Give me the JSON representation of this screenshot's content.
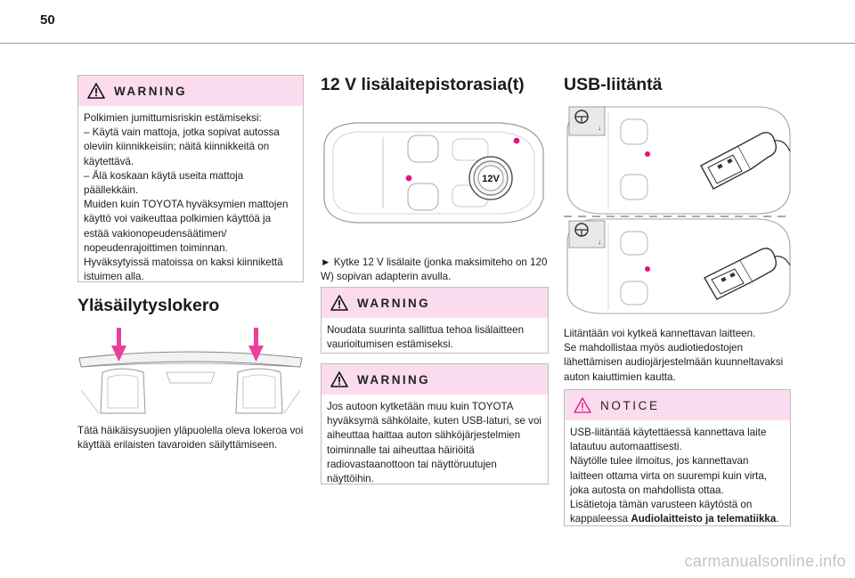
{
  "page": {
    "number": "50"
  },
  "column1": {
    "warning": {
      "label": "WARNING",
      "lines": [
        "Polkimien jumittumisriskin estämiseksi:",
        "–  Käytä vain mattoja, jotka sopivat autossa oleviin kiinnikkeisiin; näitä kiinnikkeitä on käytettävä.",
        "–  Älä koskaan käytä useita mattoja päällekkäin.",
        "Muiden kuin TOYOTA hyväksymien mattojen käyttö voi vaikeuttaa polkimien käyttöä ja estää vakionopeudensäätimen/ nopeudenrajoittimen toiminnan.",
        "Hyväksytyissä matoissa on kaksi kiinnikettä istuimen alla."
      ]
    },
    "section_title": "Yläsäilytyslokero",
    "text": "Tätä häikäisysuojien yläpuolella oleva lokeroa voi käyttää erilaisten tavaroiden säilyttämiseen."
  },
  "column2": {
    "section_title": "12 V lisälaitepistorasia(t)",
    "socket_label": "12V",
    "instruction": "►  Kytke 12 V lisälaite (jonka maksimiteho on 120 W) sopivan adapterin avulla.",
    "warning1": {
      "label": "WARNING",
      "text": "Noudata suurinta sallittua tehoa lisälaitteen vaurioitumisen estämiseksi."
    },
    "warning2": {
      "label": "WARNING",
      "text": "Jos autoon kytketään muu kuin TOYOTA hyväksymä sähkölaite, kuten USB-laturi, se voi aiheuttaa haittaa auton sähköjärjestelmien toiminnalle tai aiheuttaa häiriöitä radiovastaanottoon tai näyttöruutujen näyttöihin."
    }
  },
  "column3": {
    "section_title": "USB-liitäntä",
    "text_lines": [
      "Liitäntään voi kytkeä kannettavan laitteen.",
      "Se mahdollistaa myös audiotiedostojen lähettämisen audiojärjestelmään kuunneltavaksi auton kaiuttimien kautta."
    ],
    "notice": {
      "label": "NOTICE",
      "lines": [
        "USB-liitäntää käytettäessä kannettava laite latautuu automaattisesti.",
        "Näytölle tulee ilmoitus, jos kannettavan laitteen ottama virta on suurempi kuin virta, joka autosta on mahdollista ottaa."
      ],
      "ref_prefix": "Lisätietoja tämän varusteen käytöstä on kappaleessa ",
      "ref_bold": "Audiolaitteisto ja telematiikka",
      "ref_suffix": "."
    }
  },
  "watermark": "carmanualsonline.info",
  "colors": {
    "header_pink": "#fbdcef",
    "marker_pink": "#e4147a",
    "arrow_pink": "#ec3f9a",
    "border": "#bdbdbd"
  }
}
